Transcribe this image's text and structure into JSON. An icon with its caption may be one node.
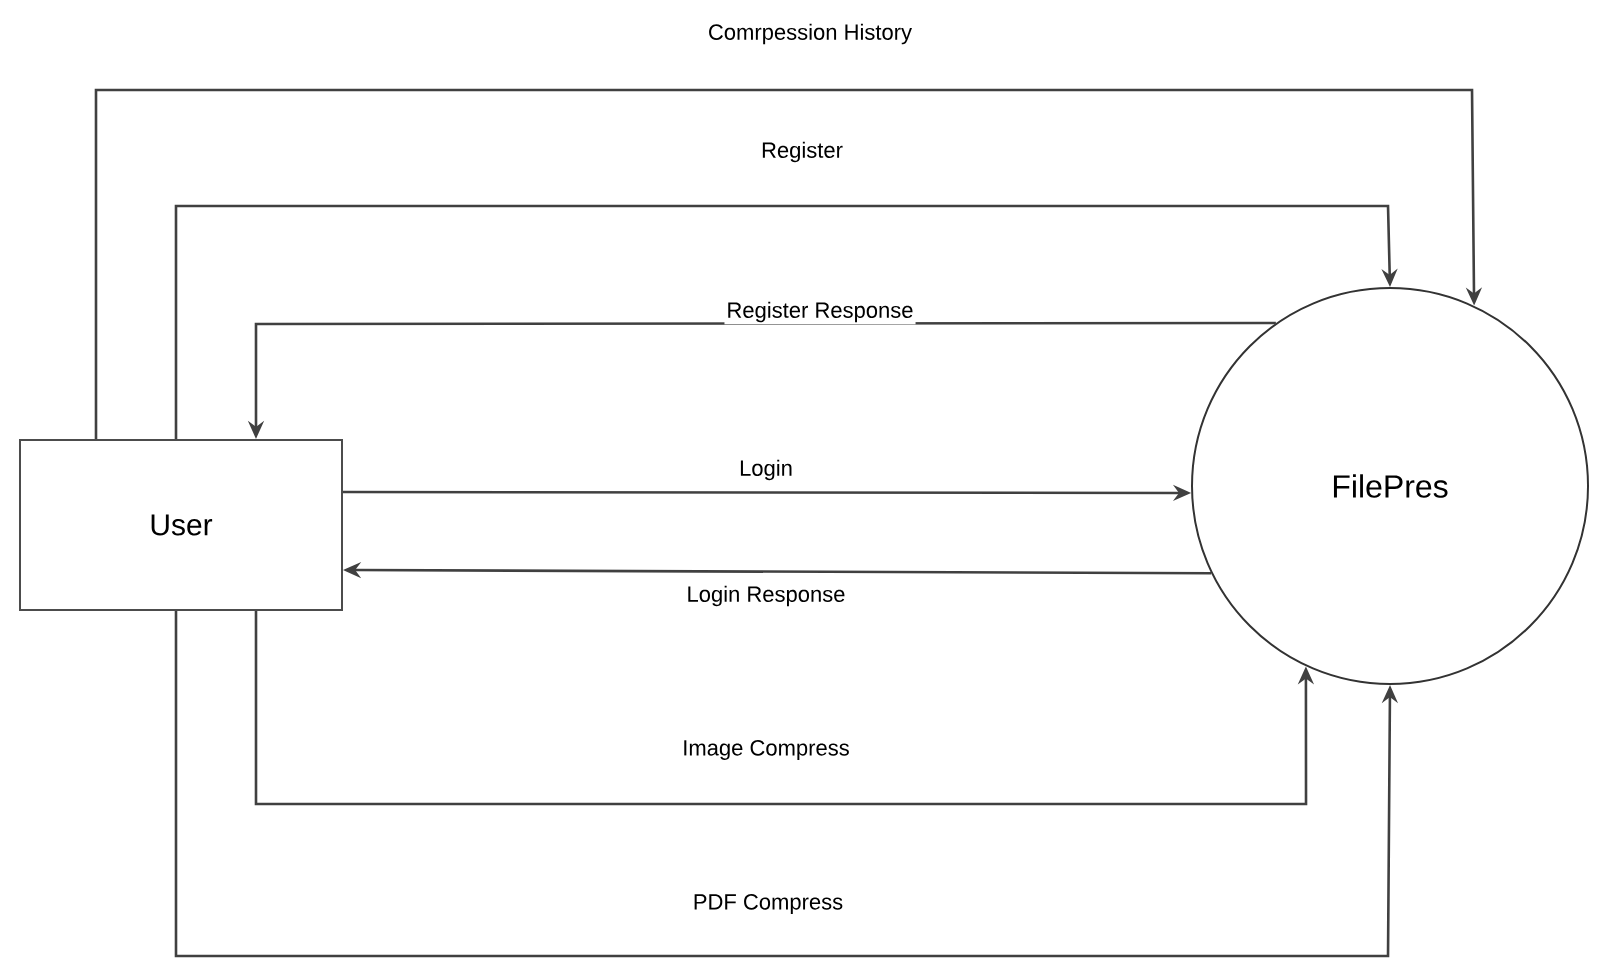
{
  "diagram": {
    "nodes": [
      {
        "text": [
          "User"
        ]
      },
      {
        "text": [
          "FilePres"
        ]
      }
    ],
    "edges": [
      {
        "from": 0,
        "to": 1,
        "arrow": "to",
        "label": "Comrpession History"
      },
      {
        "from": 0,
        "to": 1,
        "arrow": "to",
        "label": "Register"
      },
      {
        "from": 1,
        "to": 0,
        "arrow": "to",
        "label": "Register Response"
      },
      {
        "from": 0,
        "to": 1,
        "arrow": "to",
        "label": "Login"
      },
      {
        "from": 1,
        "to": 0,
        "arrow": "to",
        "label": "Login Response"
      },
      {
        "from": 0,
        "to": 1,
        "arrow": "to",
        "label": "Image Compress"
      },
      {
        "from": 0,
        "to": 1,
        "arrow": "to",
        "label": "PDF Compress"
      }
    ]
  }
}
